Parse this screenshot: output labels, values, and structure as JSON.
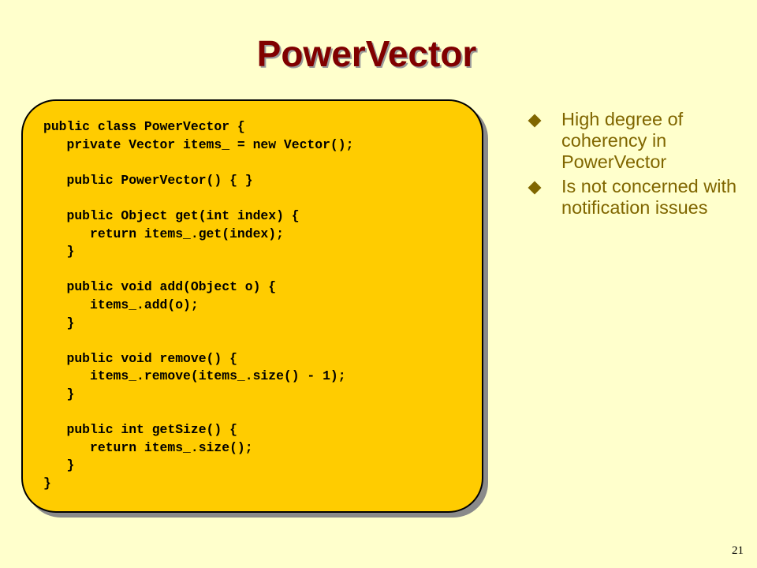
{
  "slide": {
    "title": "PowerVector",
    "code_lines": [
      "public class PowerVector {",
      "   private Vector items_ = new Vector();",
      "",
      "   public PowerVector() { }",
      "",
      "   public Object get(int index) {",
      "      return items_.get(index);",
      "   }",
      "",
      "   public void add(Object o) {",
      "      items_.add(o);",
      "   }",
      "",
      "   public void remove() {",
      "      items_.remove(items_.size() - 1);",
      "   }",
      "",
      "   public int getSize() {",
      "      return items_.size();",
      "   }",
      "}"
    ],
    "bullets": [
      {
        "text": "High degree of coherency in PowerVector"
      },
      {
        "text": "Is not concerned with notification issues"
      }
    ],
    "page_number": "21",
    "colors": {
      "background": "#ffffcc",
      "title": "#800000",
      "code_box": "#ffcc00",
      "bullet_text": "#806600"
    }
  }
}
